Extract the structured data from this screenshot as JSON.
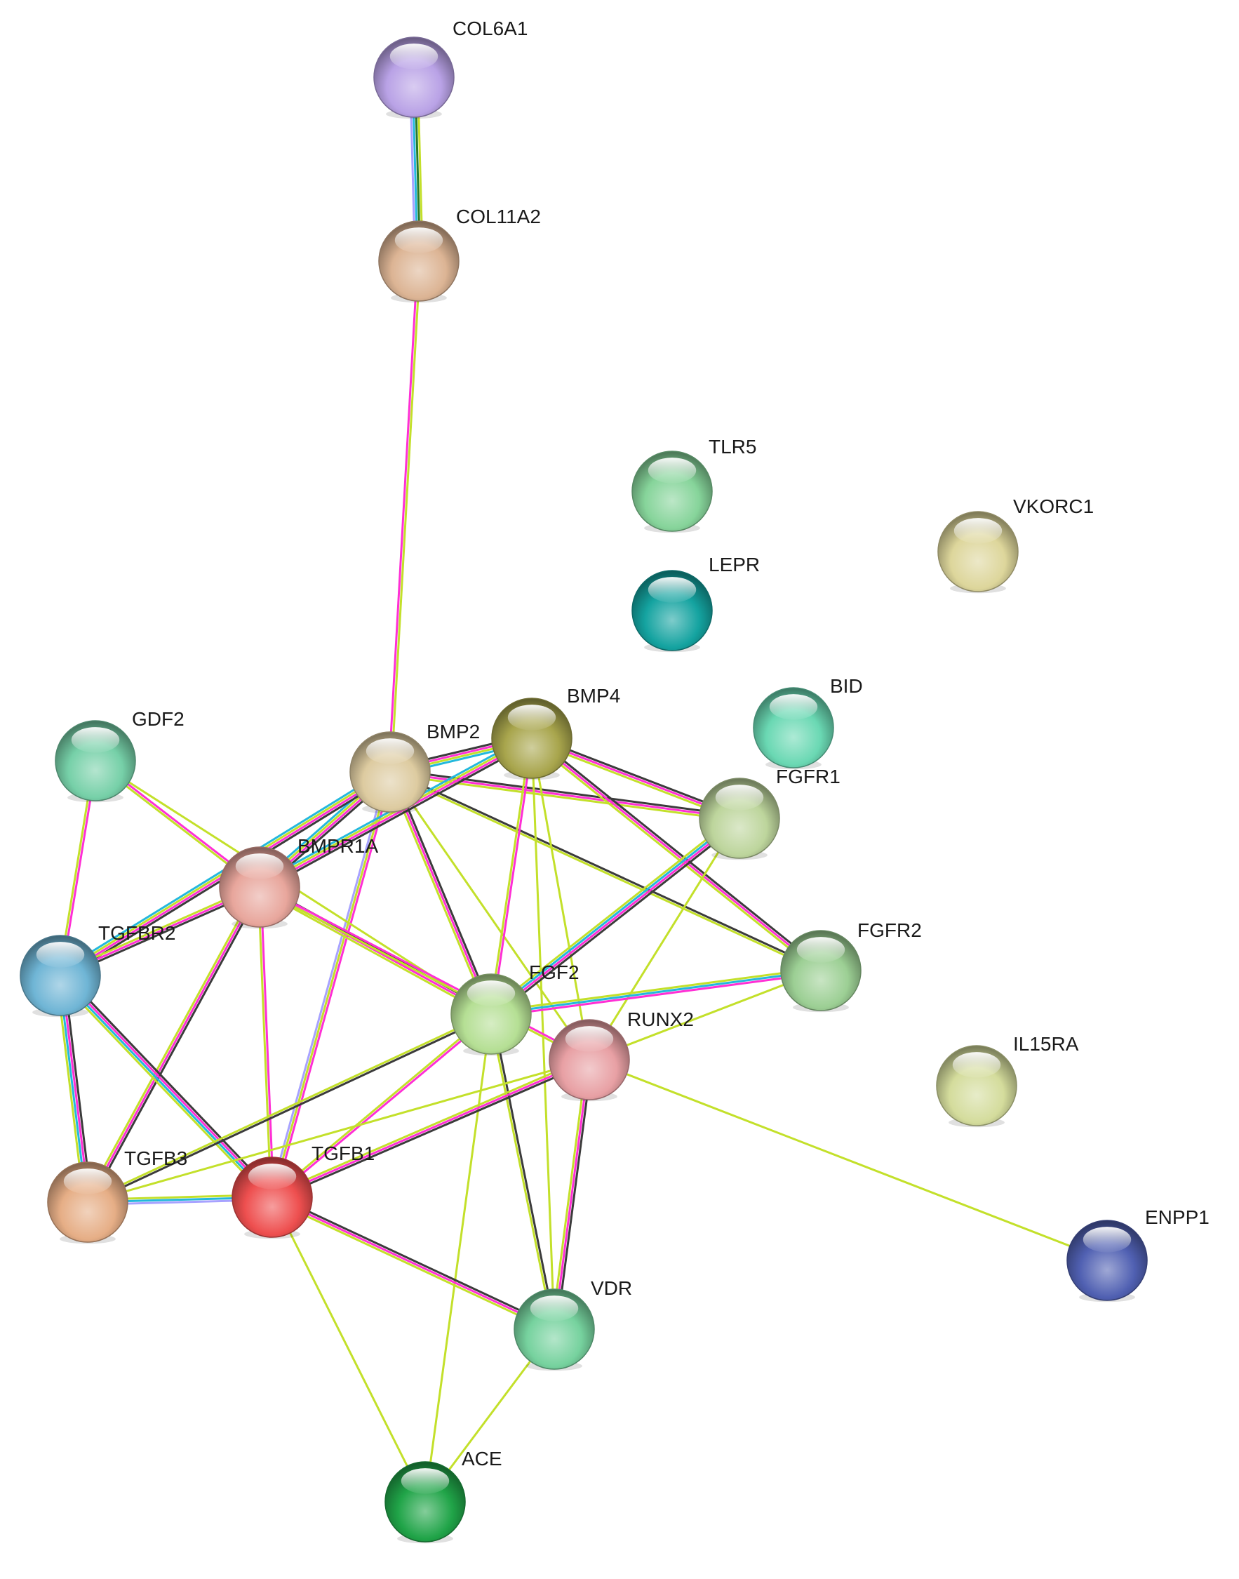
{
  "nodes": [
    {
      "id": "COL6A1",
      "label": "COL6A1",
      "color": "#b9a2e6"
    },
    {
      "id": "COL11A2",
      "label": "COL11A2",
      "color": "#dcb494"
    },
    {
      "id": "TLR5",
      "label": "TLR5",
      "color": "#86d49a"
    },
    {
      "id": "VKORC1",
      "label": "VKORC1",
      "color": "#ddd69b"
    },
    {
      "id": "LEPR",
      "label": "LEPR",
      "color": "#14a3a0"
    },
    {
      "id": "BID",
      "label": "BID",
      "color": "#6ad8b3"
    },
    {
      "id": "BMP4",
      "label": "BMP4",
      "color": "#a8a54c"
    },
    {
      "id": "BMP2",
      "label": "BMP2",
      "color": "#ddcba0"
    },
    {
      "id": "GDF2",
      "label": "GDF2",
      "color": "#76d0a8"
    },
    {
      "id": "FGFR1",
      "label": "FGFR1",
      "color": "#bdd59c"
    },
    {
      "id": "BMPR1A",
      "label": "BMPR1A",
      "color": "#e8a69c"
    },
    {
      "id": "TGFBR2",
      "label": "TGFBR2",
      "color": "#6fb5d5"
    },
    {
      "id": "FGFR2",
      "label": "FGFR2",
      "color": "#9ccf94"
    },
    {
      "id": "FGF2",
      "label": "FGF2",
      "color": "#b5df94"
    },
    {
      "id": "RUNX2",
      "label": "RUNX2",
      "color": "#e8a0a4"
    },
    {
      "id": "IL15RA",
      "label": "IL15RA",
      "color": "#d4dc9c"
    },
    {
      "id": "TGFB3",
      "label": "TGFB3",
      "color": "#e6ae86"
    },
    {
      "id": "TGFB1",
      "label": "TGFB1",
      "color": "#ee4f4f"
    },
    {
      "id": "ENPP1",
      "label": "ENPP1",
      "color": "#5060b2"
    },
    {
      "id": "VDR",
      "label": "VDR",
      "color": "#76d29e"
    },
    {
      "id": "ACE",
      "label": "ACE",
      "color": "#20a448"
    }
  ],
  "edge_colors": {
    "black": "#3b3b3b",
    "magenta": "#ff2fd5",
    "yellow_green": "#c3e02a",
    "cyan": "#23b8dc",
    "lavender": "#a7a2ff",
    "dark_green": "#2a7a2a"
  },
  "edges": [
    {
      "source": "COL6A1",
      "target": "COL11A2",
      "kinds": [
        "yellow_green",
        "dark_green",
        "cyan",
        "lavender"
      ]
    },
    {
      "source": "COL11A2",
      "target": "BMP2",
      "kinds": [
        "yellow_green",
        "magenta"
      ]
    },
    {
      "source": "BMP2",
      "target": "BMP4",
      "kinds": [
        "black",
        "magenta",
        "yellow_green",
        "cyan"
      ]
    },
    {
      "source": "BMP2",
      "target": "FGFR1",
      "kinds": [
        "black",
        "magenta",
        "yellow_green"
      ]
    },
    {
      "source": "BMP2",
      "target": "FGFR2",
      "kinds": [
        "black",
        "yellow_green"
      ]
    },
    {
      "source": "BMP2",
      "target": "BMPR1A",
      "kinds": [
        "black",
        "magenta",
        "yellow_green",
        "cyan"
      ]
    },
    {
      "source": "BMP2",
      "target": "TGFBR2",
      "kinds": [
        "black",
        "magenta",
        "yellow_green",
        "cyan"
      ]
    },
    {
      "source": "BMP2",
      "target": "FGF2",
      "kinds": [
        "black",
        "magenta",
        "yellow_green"
      ]
    },
    {
      "source": "BMP2",
      "target": "RUNX2",
      "kinds": [
        "yellow_green"
      ]
    },
    {
      "source": "BMP2",
      "target": "TGFB1",
      "kinds": [
        "magenta",
        "yellow_green",
        "lavender"
      ]
    },
    {
      "source": "BMP4",
      "target": "FGFR1",
      "kinds": [
        "black",
        "magenta",
        "yellow_green"
      ]
    },
    {
      "source": "BMP4",
      "target": "FGFR2",
      "kinds": [
        "black",
        "magenta",
        "yellow_green"
      ]
    },
    {
      "source": "BMP4",
      "target": "BMPR1A",
      "kinds": [
        "black",
        "magenta",
        "yellow_green",
        "cyan"
      ]
    },
    {
      "source": "BMP4",
      "target": "FGF2",
      "kinds": [
        "magenta",
        "yellow_green"
      ]
    },
    {
      "source": "BMP4",
      "target": "RUNX2",
      "kinds": [
        "yellow_green"
      ]
    },
    {
      "source": "BMP4",
      "target": "VDR",
      "kinds": [
        "yellow_green"
      ]
    },
    {
      "source": "GDF2",
      "target": "BMPR1A",
      "kinds": [
        "magenta",
        "yellow_green"
      ]
    },
    {
      "source": "GDF2",
      "target": "TGFBR2",
      "kinds": [
        "magenta",
        "yellow_green"
      ]
    },
    {
      "source": "GDF2",
      "target": "FGF2",
      "kinds": [
        "yellow_green"
      ]
    },
    {
      "source": "FGFR1",
      "target": "FGF2",
      "kinds": [
        "black",
        "magenta",
        "cyan",
        "yellow_green"
      ]
    },
    {
      "source": "FGFR1",
      "target": "RUNX2",
      "kinds": [
        "yellow_green"
      ]
    },
    {
      "source": "FGFR2",
      "target": "FGF2",
      "kinds": [
        "magenta",
        "cyan",
        "yellow_green"
      ]
    },
    {
      "source": "FGFR2",
      "target": "RUNX2",
      "kinds": [
        "yellow_green"
      ]
    },
    {
      "source": "BMPR1A",
      "target": "TGFBR2",
      "kinds": [
        "black",
        "magenta",
        "yellow_green"
      ]
    },
    {
      "source": "BMPR1A",
      "target": "FGF2",
      "kinds": [
        "black",
        "magenta",
        "yellow_green"
      ]
    },
    {
      "source": "BMPR1A",
      "target": "RUNX2",
      "kinds": [
        "magenta",
        "yellow_green"
      ]
    },
    {
      "source": "BMPR1A",
      "target": "TGFB3",
      "kinds": [
        "black",
        "magenta",
        "yellow_green"
      ]
    },
    {
      "source": "BMPR1A",
      "target": "TGFB1",
      "kinds": [
        "magenta",
        "yellow_green"
      ]
    },
    {
      "source": "TGFBR2",
      "target": "TGFB3",
      "kinds": [
        "black",
        "magenta",
        "cyan",
        "yellow_green"
      ]
    },
    {
      "source": "TGFBR2",
      "target": "TGFB1",
      "kinds": [
        "black",
        "magenta",
        "cyan",
        "yellow_green"
      ]
    },
    {
      "source": "FGF2",
      "target": "TGFB3",
      "kinds": [
        "black",
        "yellow_green"
      ]
    },
    {
      "source": "FGF2",
      "target": "TGFB1",
      "kinds": [
        "magenta",
        "yellow_green"
      ]
    },
    {
      "source": "FGF2",
      "target": "VDR",
      "kinds": [
        "black",
        "yellow_green"
      ]
    },
    {
      "source": "FGF2",
      "target": "ACE",
      "kinds": [
        "yellow_green"
      ]
    },
    {
      "source": "RUNX2",
      "target": "TGFB1",
      "kinds": [
        "black",
        "magenta",
        "yellow_green"
      ]
    },
    {
      "source": "RUNX2",
      "target": "TGFB3",
      "kinds": [
        "yellow_green"
      ]
    },
    {
      "source": "RUNX2",
      "target": "VDR",
      "kinds": [
        "black",
        "magenta",
        "yellow_green"
      ]
    },
    {
      "source": "RUNX2",
      "target": "ENPP1",
      "kinds": [
        "yellow_green"
      ]
    },
    {
      "source": "TGFB3",
      "target": "TGFB1",
      "kinds": [
        "yellow_green",
        "cyan",
        "lavender"
      ]
    },
    {
      "source": "TGFB1",
      "target": "VDR",
      "kinds": [
        "black",
        "magenta",
        "yellow_green"
      ]
    },
    {
      "source": "TGFB1",
      "target": "ACE",
      "kinds": [
        "yellow_green"
      ]
    },
    {
      "source": "VDR",
      "target": "ACE",
      "kinds": [
        "yellow_green"
      ]
    }
  ]
}
